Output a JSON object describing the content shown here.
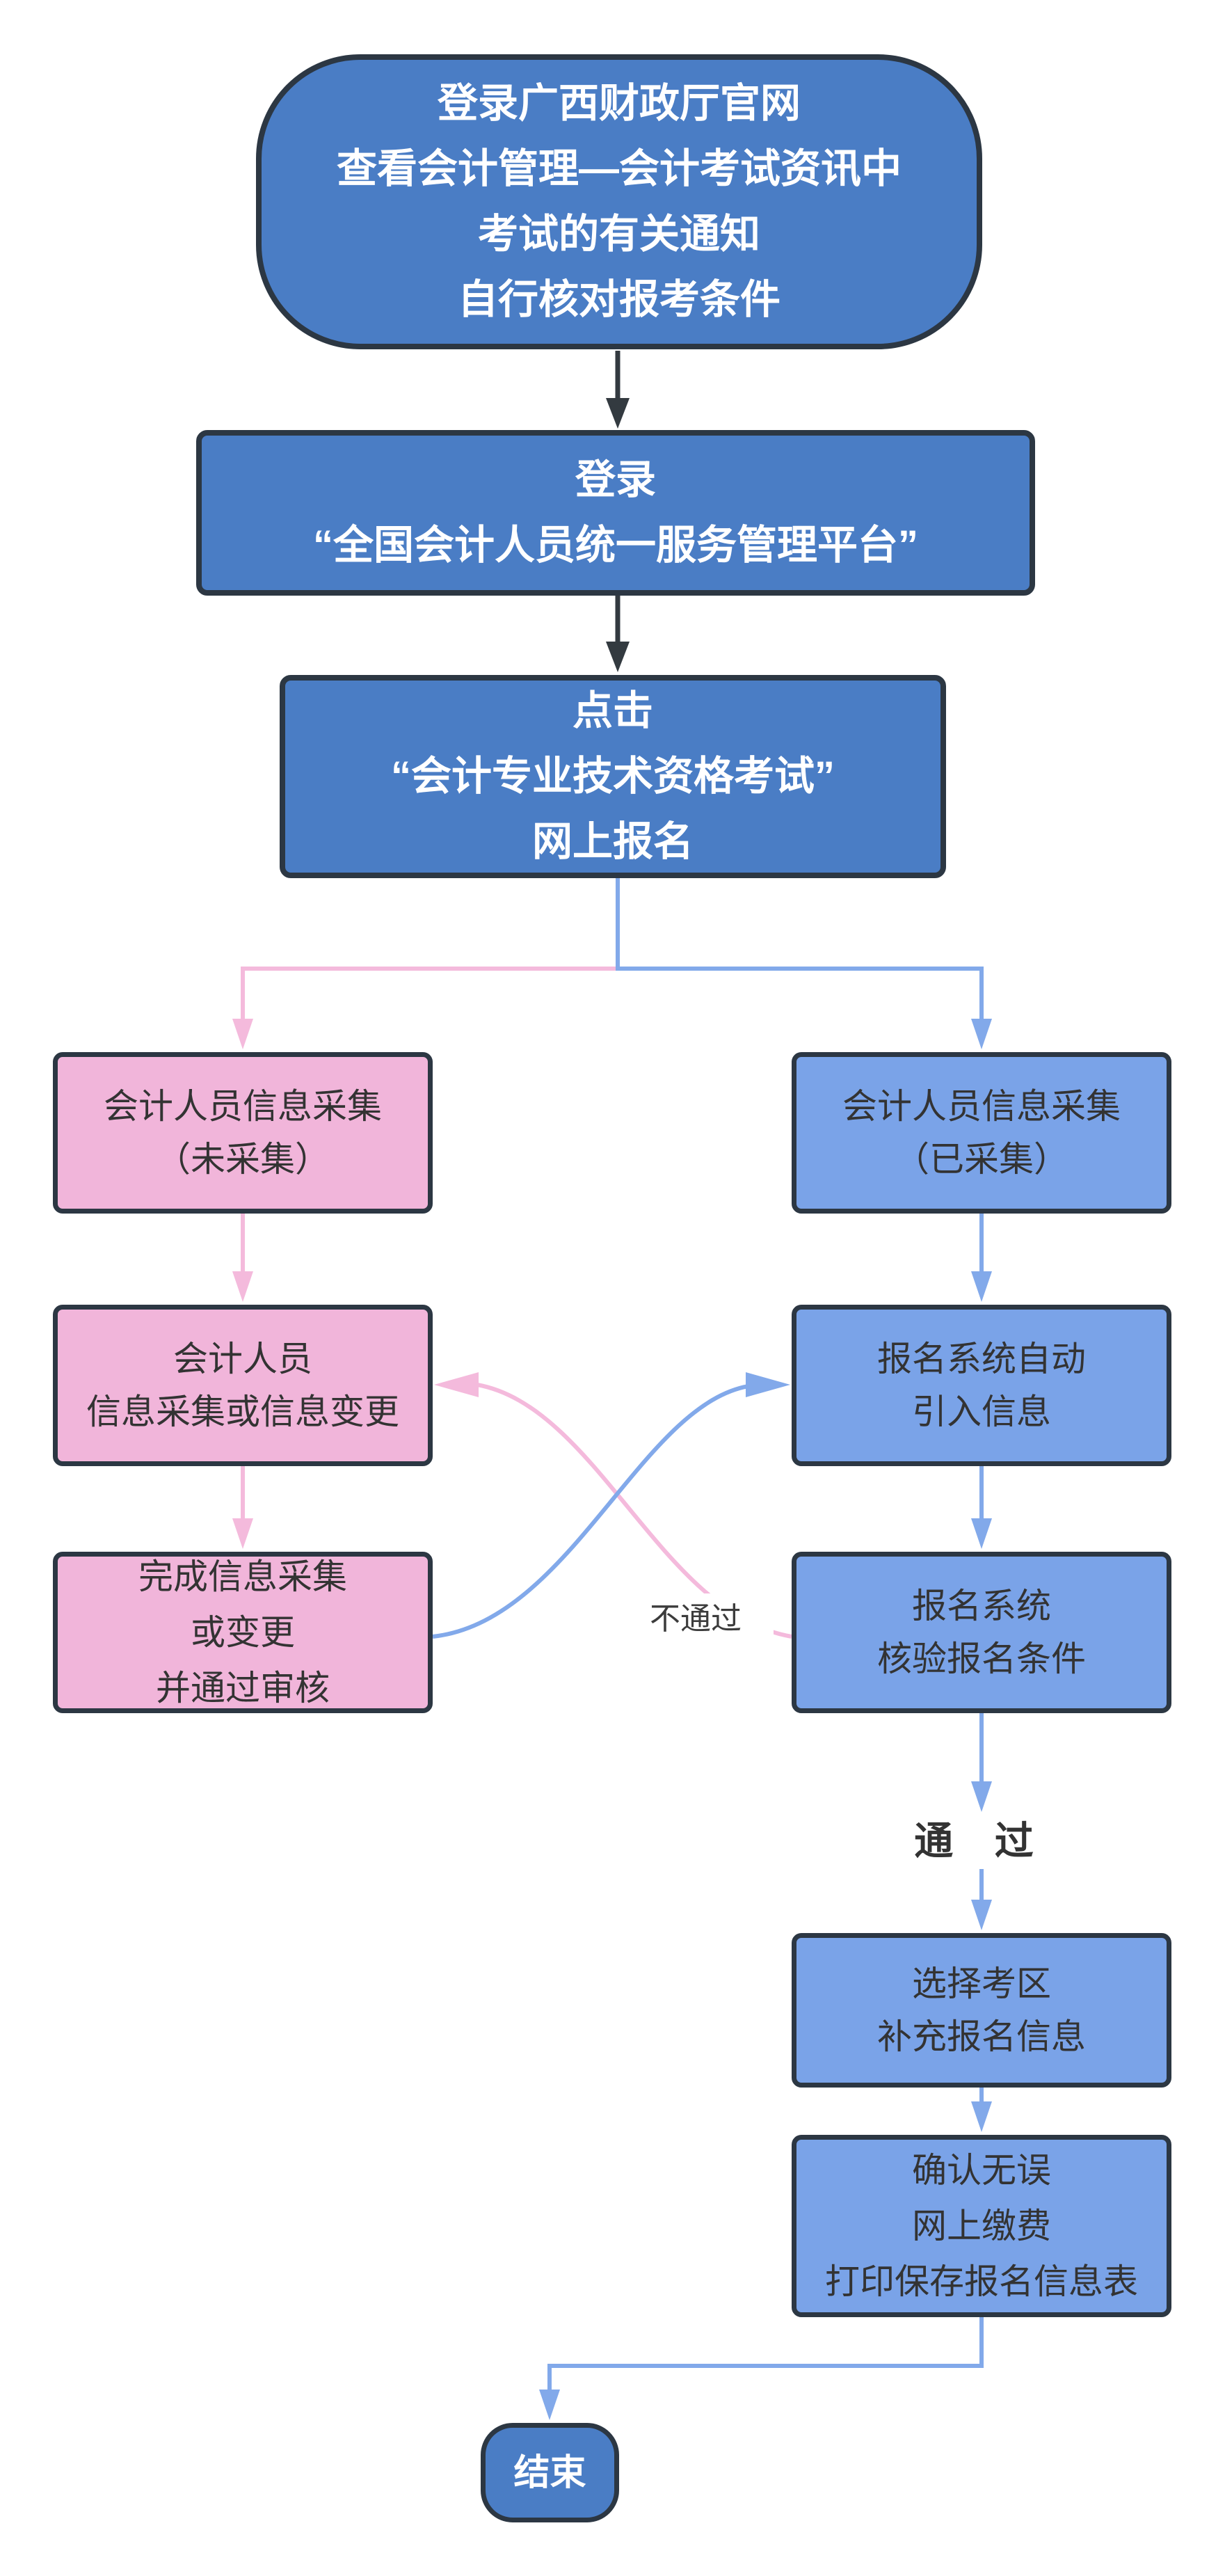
{
  "diagram": {
    "title_hint": "会计考试网上报名流程图",
    "nodes": {
      "start": {
        "lines": [
          "登录广西财政厅官网",
          "查看会计管理—会计考试资讯中",
          "考试的有关通知",
          "自行核对报考条件"
        ]
      },
      "login": {
        "lines": [
          "登录",
          "“全国会计人员统一服务管理平台”"
        ]
      },
      "click": {
        "lines": [
          "点击",
          "“会计专业技术资格考试”",
          "网上报名"
        ]
      },
      "collect_not": {
        "lines": [
          "会计人员信息采集",
          "（未采集）"
        ]
      },
      "collect_done": {
        "lines": [
          "会计人员信息采集",
          "（已采集）"
        ]
      },
      "person_collect": {
        "lines": [
          "会计人员",
          "信息采集或信息变更"
        ]
      },
      "auto_import": {
        "lines": [
          "报名系统自动",
          "引入信息"
        ]
      },
      "finish_collect": {
        "lines": [
          "完成信息采集",
          "或变更",
          "并通过审核"
        ]
      },
      "verify": {
        "lines": [
          "报名系统",
          "核验报名条件"
        ]
      },
      "choose_area": {
        "lines": [
          "选择考区",
          "补充报名信息"
        ]
      },
      "confirm_pay": {
        "lines": [
          "确认无误",
          "网上缴费",
          "打印保存报名信息表"
        ]
      },
      "end": {
        "lines": [
          "结束"
        ]
      }
    },
    "edge_labels": {
      "fail": "不通过",
      "pass": "通  过"
    },
    "colors": {
      "dark_blue_fill": "#4a7dc5",
      "light_blue_fill": "#7aa3e8",
      "pink_fill": "#f1b5da",
      "border_dark": "#2c3743",
      "black_arrow": "#333a40",
      "blue_arrow": "#82a9ea",
      "pink_arrow": "#f4badc",
      "box_text_dark": "#333333",
      "box_text_light": "#ffffff"
    }
  }
}
